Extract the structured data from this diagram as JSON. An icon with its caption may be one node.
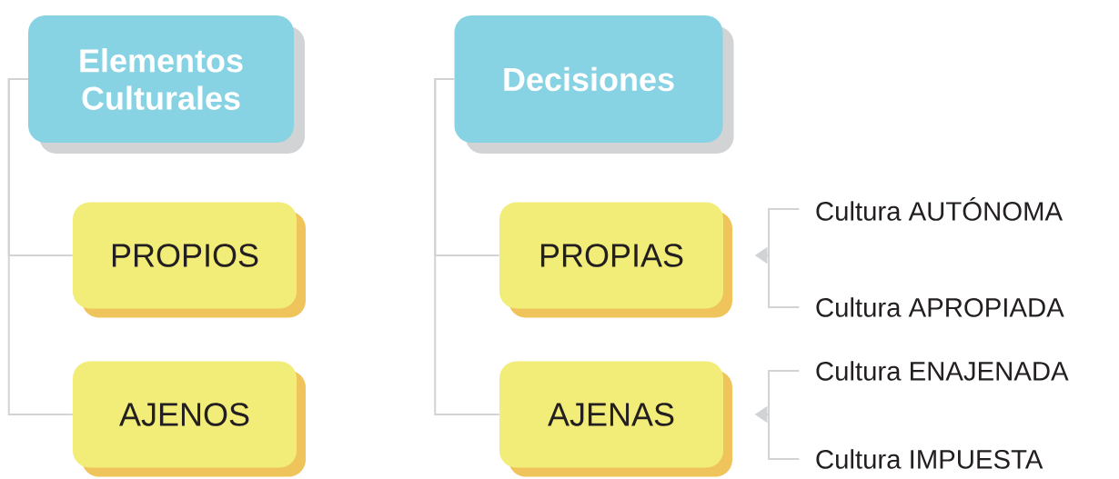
{
  "diagram": {
    "nodes": [
      {
        "text": [
          "Elementos Culturales"
        ]
      },
      {
        "text": [
          "PROPIOS"
        ]
      },
      {
        "text": [
          "AJENOS"
        ]
      },
      {
        "text": [
          "Decisiones"
        ]
      },
      {
        "text": [
          "PROPIAS"
        ]
      },
      {
        "text": [
          "AJENAS"
        ]
      },
      {
        "text": [
          "Cultura AUTÓNOMA"
        ]
      },
      {
        "text": [
          "Cultura APROPIADA"
        ]
      },
      {
        "text": [
          "Cultura ENAJENADA"
        ]
      },
      {
        "text": [
          "Cultura IMPUESTA"
        ]
      }
    ],
    "edges": [
      {
        "from": 0,
        "to": 1,
        "arrow": "none"
      },
      {
        "from": 0,
        "to": 2,
        "arrow": "none"
      },
      {
        "from": 3,
        "to": 4,
        "arrow": "none"
      },
      {
        "from": 3,
        "to": 5,
        "arrow": "none"
      },
      {
        "from": 6,
        "to": 4,
        "arrow": "to"
      },
      {
        "from": 7,
        "to": 4,
        "arrow": "to"
      },
      {
        "from": 8,
        "to": 5,
        "arrow": "to"
      },
      {
        "from": 9,
        "to": 5,
        "arrow": "to"
      }
    ]
  }
}
